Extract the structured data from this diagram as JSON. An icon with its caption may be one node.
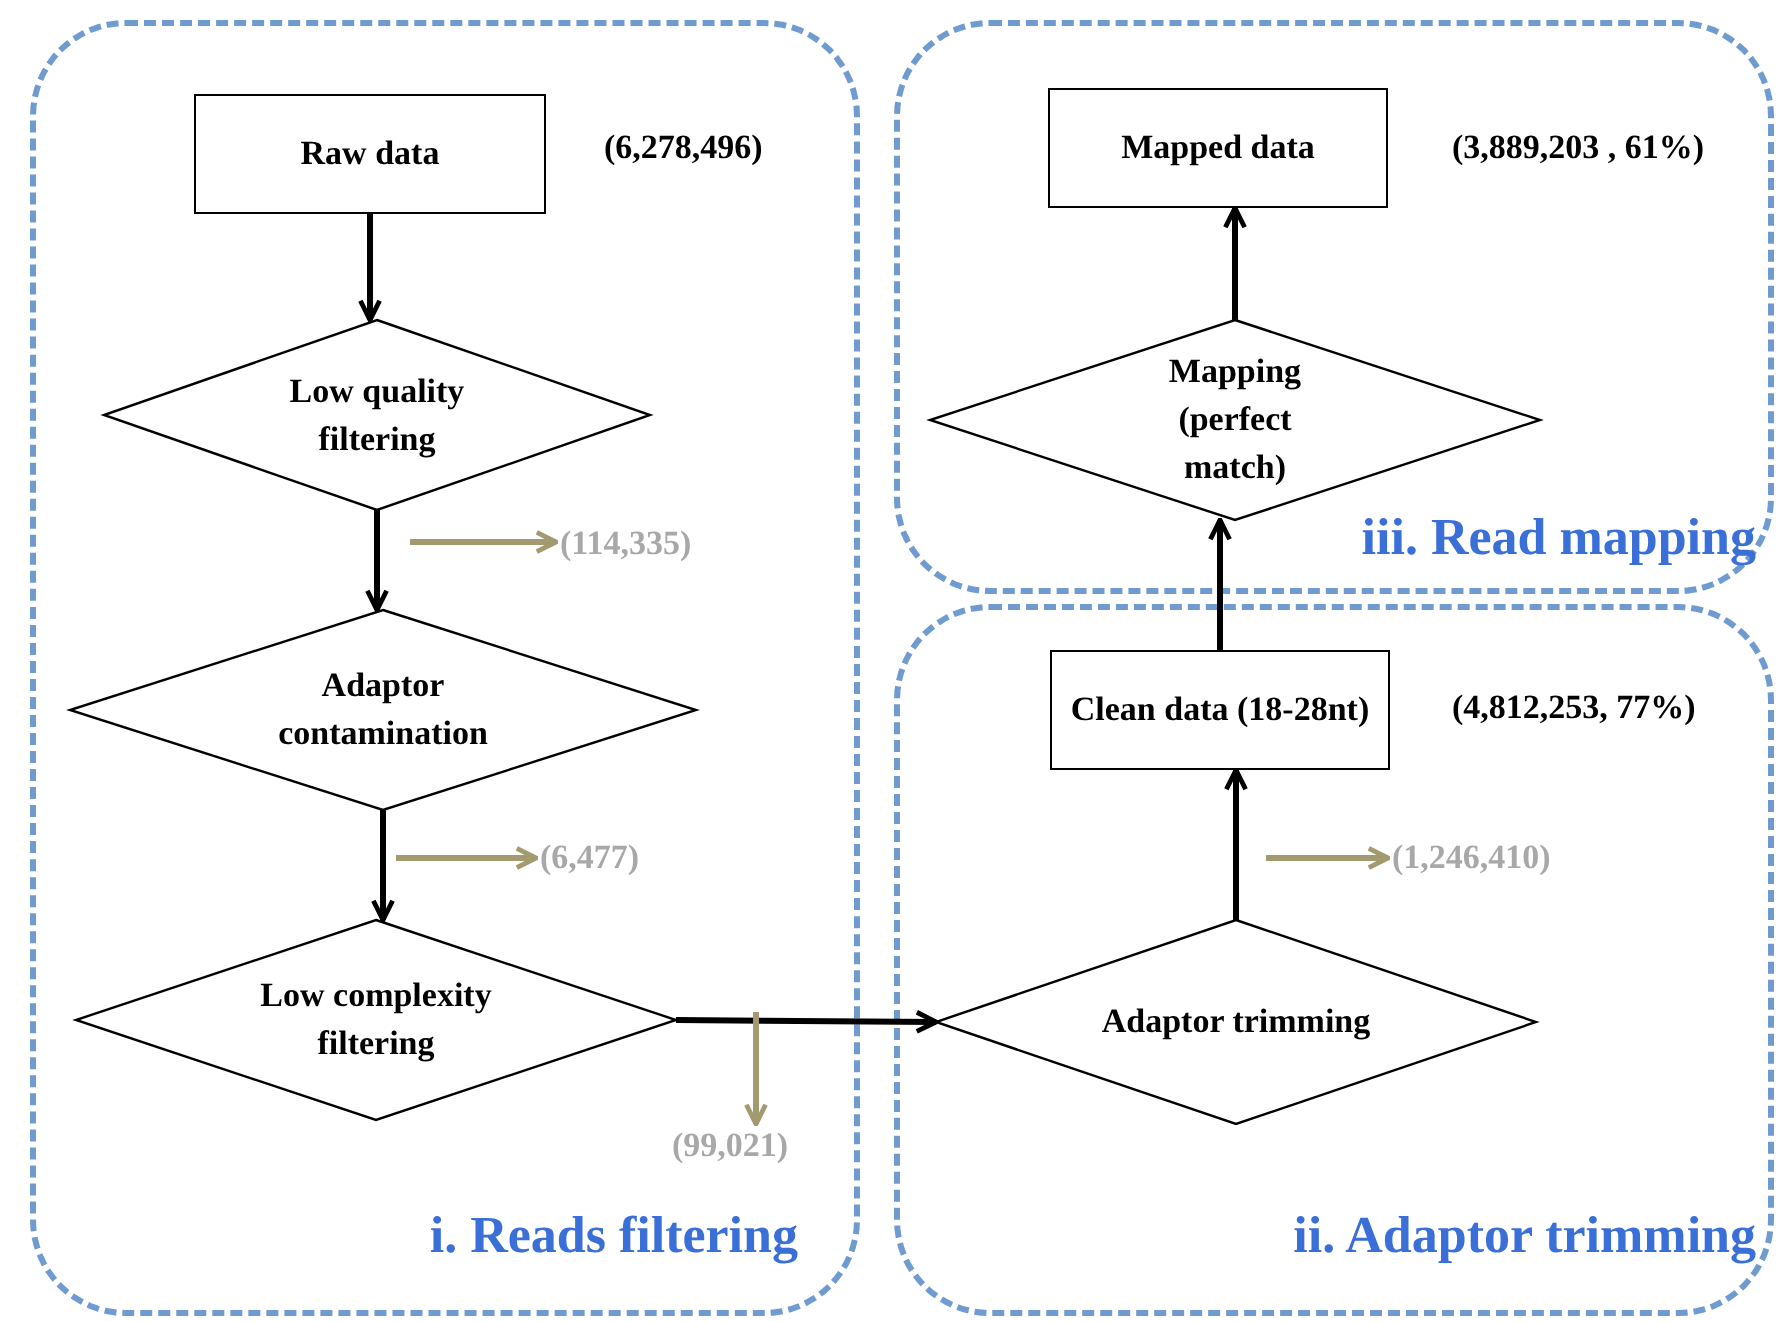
{
  "diagram": {
    "nodes": [
      {
        "text": [
          "i. Reads filtering"
        ]
      },
      {
        "text": [
          "Raw data"
        ],
        "in": 0,
        "beside": [
          "(6,278,496)"
        ]
      },
      {
        "text": [
          "Low quality filtering"
        ],
        "in": 0
      },
      {
        "text": [
          "Adaptor contamination"
        ],
        "in": 0
      },
      {
        "text": [
          "Low complexity filtering"
        ],
        "in": 0
      },
      {
        "text": [
          "iii. Read mapping"
        ]
      },
      {
        "text": [
          "Mapped data"
        ],
        "in": 5,
        "beside": [
          "(3,889,203 , 61%)"
        ]
      },
      {
        "text": [
          "Mapping (perfect match)"
        ],
        "in": 5
      },
      {
        "text": [
          "ii. Adaptor trimming"
        ]
      },
      {
        "text": [
          "Clean data (18-28nt)"
        ],
        "in": 8,
        "beside": [
          "(4,812,253, 77%)"
        ]
      },
      {
        "text": [
          "Adaptor trimming"
        ],
        "in": 8
      },
      {
        "text": [
          "(114,335)"
        ],
        "in": 0
      },
      {
        "text": [
          "(6,477)"
        ],
        "in": 0
      },
      {
        "text": [
          "(99,021)"
        ],
        "in": 0
      },
      {
        "text": [
          "(1,246,410)"
        ],
        "in": 8
      }
    ],
    "edges": [
      {
        "from": 1,
        "to": 2,
        "arrow": "to"
      },
      {
        "from": 2,
        "to": 3,
        "arrow": "to"
      },
      {
        "from": 3,
        "to": 4,
        "arrow": "to"
      },
      {
        "from": 4,
        "to": 10,
        "arrow": "to"
      },
      {
        "from": 10,
        "to": 9,
        "arrow": "to"
      },
      {
        "from": 9,
        "to": 7,
        "arrow": "to"
      },
      {
        "from": 7,
        "to": 6,
        "arrow": "to"
      },
      {
        "from": null,
        "to": 11,
        "arrow": "to",
        "color": "#a39a6f"
      },
      {
        "from": null,
        "to": 12,
        "arrow": "to",
        "color": "#a39a6f"
      },
      {
        "from": null,
        "to": 13,
        "arrow": "to",
        "color": "#a39a6f"
      },
      {
        "from": null,
        "to": 14,
        "arrow": "to",
        "color": "#a39a6f"
      }
    ]
  }
}
